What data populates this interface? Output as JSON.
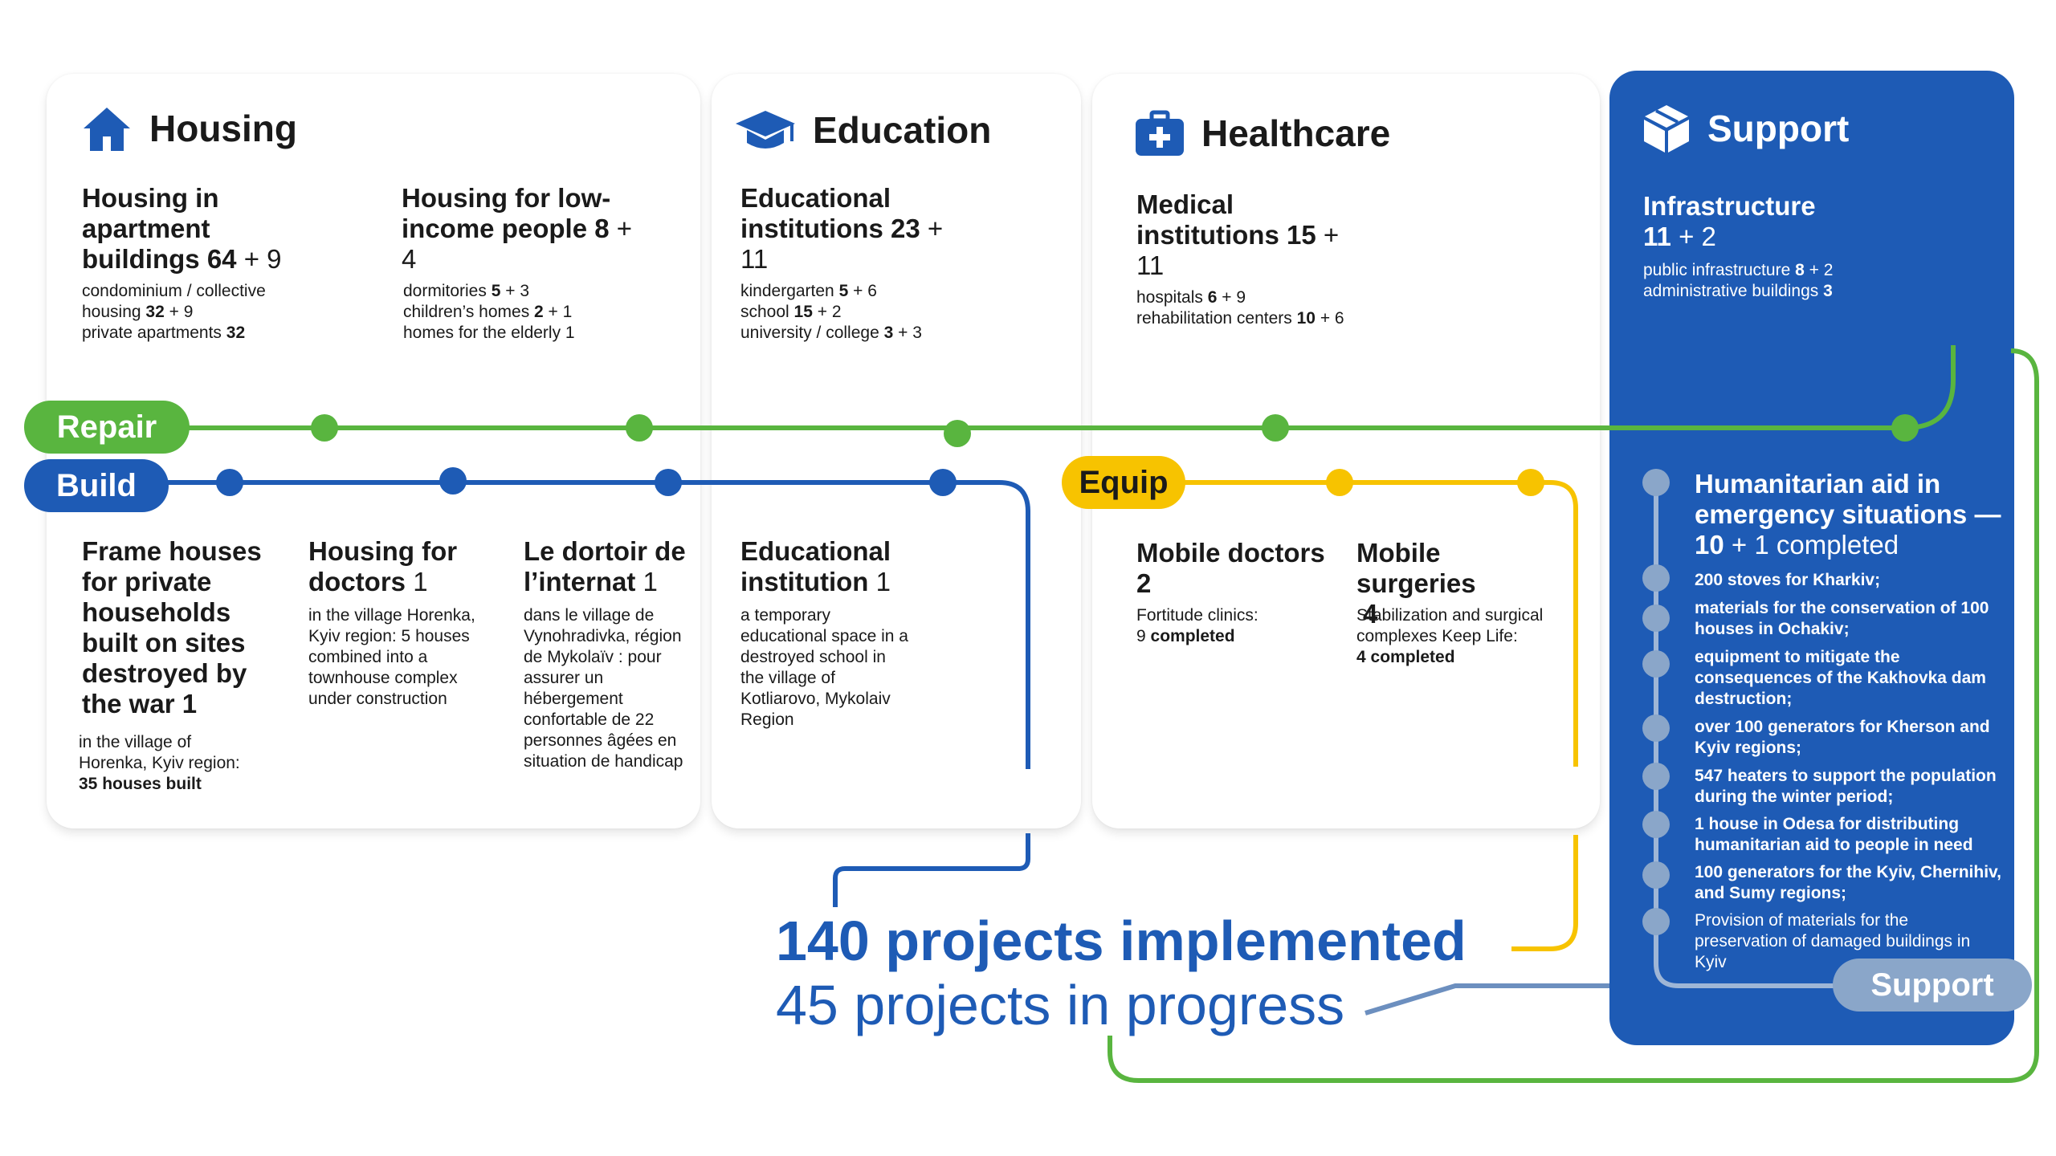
{
  "colors": {
    "blue": "#1e5bb5",
    "green": "#59b53f",
    "yellow": "#f7c300",
    "grey_blue": "#8aa6c9"
  },
  "housing": {
    "title": "Housing",
    "icon": "house-icon",
    "apartment": {
      "title": "Housing in apartment buildings",
      "main": "64",
      "extra": "+ 9",
      "line1": "condominium / collective",
      "line2_pre": "housing ",
      "line2_b": "32",
      "line2_post": " + 9",
      "line3_pre": "private apartments ",
      "line3_b": "32"
    },
    "lowincome": {
      "title": "Housing for low-income people",
      "main": "8",
      "extra": "+ 4",
      "l1_pre": "dormitories ",
      "l1_b": "5",
      "l1_post": " + 3",
      "l2_pre": "children’s homes ",
      "l2_b": "2",
      "l2_post": " + 1",
      "l3": "homes for the elderly 1"
    }
  },
  "education": {
    "title": "Education",
    "icon": "graduation-cap-icon",
    "inst": {
      "title": "Educational institutions",
      "main": "23",
      "extra": "+ 11",
      "l1_pre": "kindergarten  ",
      "l1_b": "5",
      "l1_post": " + 6",
      "l2_pre": "school ",
      "l2_b": "15",
      "l2_post": " + 2",
      "l3_pre": "university / college ",
      "l3_b": "3",
      "l3_post": " + 3"
    }
  },
  "healthcare": {
    "title": "Healthcare",
    "icon": "medical-kit-icon",
    "med": {
      "title": "Medical institutions",
      "main": "15",
      "extra": "+ 11",
      "l1_pre": "hospitals ",
      "l1_b": "6",
      "l1_post": " + 9",
      "l2_pre": "rehabilitation centers ",
      "l2_b": "10",
      "l2_post": " + 6"
    }
  },
  "support": {
    "title": "Support",
    "icon": "box-icon",
    "infra": {
      "title": "Infrastructure",
      "main": "11",
      "extra": "+ 2",
      "l1_pre": "public infrastructure ",
      "l1_b": "8",
      "l1_post": " + 2",
      "l2_pre": "administrative buildings ",
      "l2_b": "3"
    },
    "aid_title": "Humanitarian aid in emergency situations —",
    "aid_main": "10",
    "aid_extra": "+ 1 completed",
    "aid_items": [
      "200 stoves for Kharkiv;",
      "materials for the conservation of 100 houses in Ochakiv;",
      "equipment to mitigate the consequences of the Kakhovka dam destruction;",
      "over 100 generators for Kherson and Kyiv regions;",
      "547 heaters to support the population during the winter period;",
      "1 house in Odesa for distributing humanitarian aid to people in need",
      "100 generators for the Kyiv, Chernihiv, and Sumy regions;",
      "Provision of materials for the preservation of damaged buildings in Kyiv"
    ]
  },
  "lines": {
    "repair": "Repair",
    "build": "Build",
    "equip": "Equip",
    "support": "Support"
  },
  "build": {
    "frame": {
      "title": "Frame houses for private households built on sites destroyed by the war",
      "num": "1",
      "d1": "in the village of",
      "d2": "Horenka, Kyiv region:",
      "d3": "35 houses built"
    },
    "doctors": {
      "title": "Housing for doctors",
      "num": "1",
      "desc": "in the village Horenka, Kyiv region: 5 houses combined into a townhouse complex under construction"
    },
    "dortoir": {
      "title": "Le dortoir de l’internat",
      "num": "1",
      "desc": "dans le village de Vynohradivka, région de Mykolaïv : pour assurer un hébergement confortable de 22 personnes âgées en situation de handicap"
    },
    "edu": {
      "title": "Educational institution",
      "num": "1",
      "desc": "a temporary educational space in a destroyed school in the village of Kotliarovo, Mykolaiv Region"
    }
  },
  "equip": {
    "doctors": {
      "title": "Mobile doctors",
      "num": "2",
      "d1": "Fortitude clinics:",
      "d2_pre": "9 ",
      "d2_b": "completed"
    },
    "surgeries": {
      "title": "Mobile surgeries",
      "num": "4",
      "d1": "Stabilization and surgical complexes Keep Life:",
      "d2_b": "4 completed"
    }
  },
  "totals": {
    "implemented": "140 projects implemented",
    "progress": "45 projects in progress"
  }
}
